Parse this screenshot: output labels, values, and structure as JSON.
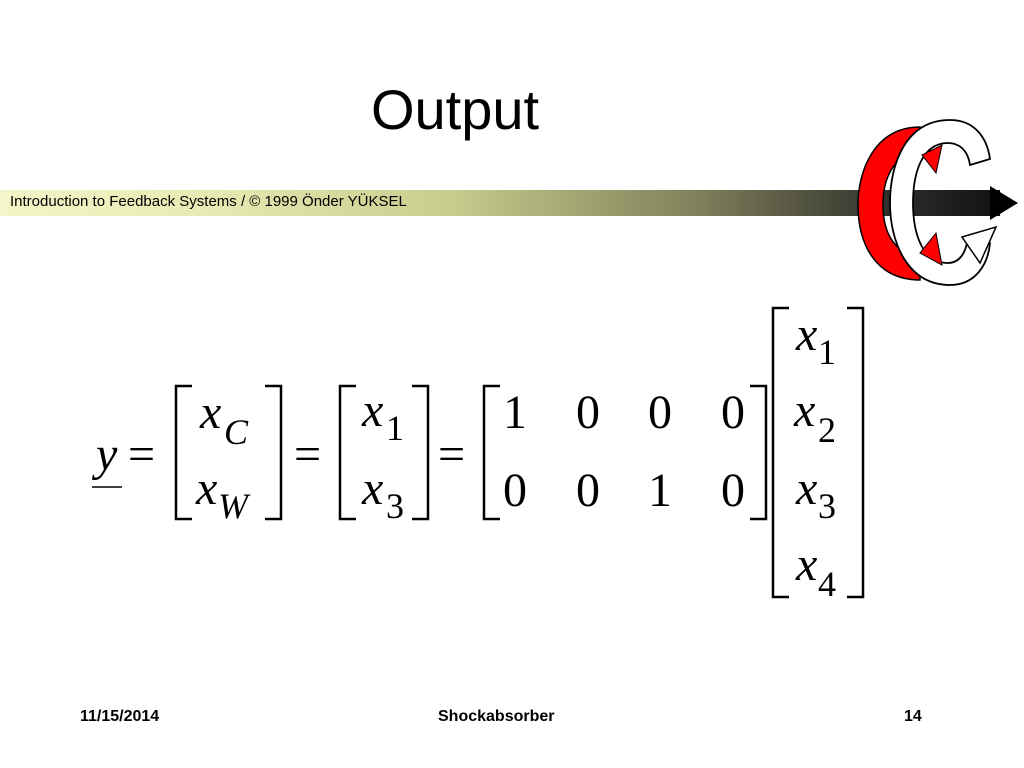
{
  "slide": {
    "title": "Output",
    "banner_text": "Introduction to Feedback Systems / © 1999 Önder YÜKSEL",
    "footer": {
      "date": "11/15/2014",
      "center": "Shockabsorber",
      "page": "14"
    }
  },
  "equation": {
    "lhs": "y",
    "equals": "=",
    "vec1": [
      {
        "base": "x",
        "sub": "C"
      },
      {
        "base": "x",
        "sub": "W"
      }
    ],
    "vec2": [
      {
        "base": "x",
        "sub": "1"
      },
      {
        "base": "x",
        "sub": "3"
      }
    ],
    "matrix": [
      [
        "1",
        "0",
        "0",
        "0"
      ],
      [
        "0",
        "0",
        "1",
        "0"
      ]
    ],
    "state": [
      {
        "base": "x",
        "sub": "1"
      },
      {
        "base": "x",
        "sub": "2"
      },
      {
        "base": "x",
        "sub": "3"
      },
      {
        "base": "x",
        "sub": "4"
      }
    ]
  },
  "colors": {
    "logo_red": "#ff0000",
    "logo_outline": "#000000"
  }
}
